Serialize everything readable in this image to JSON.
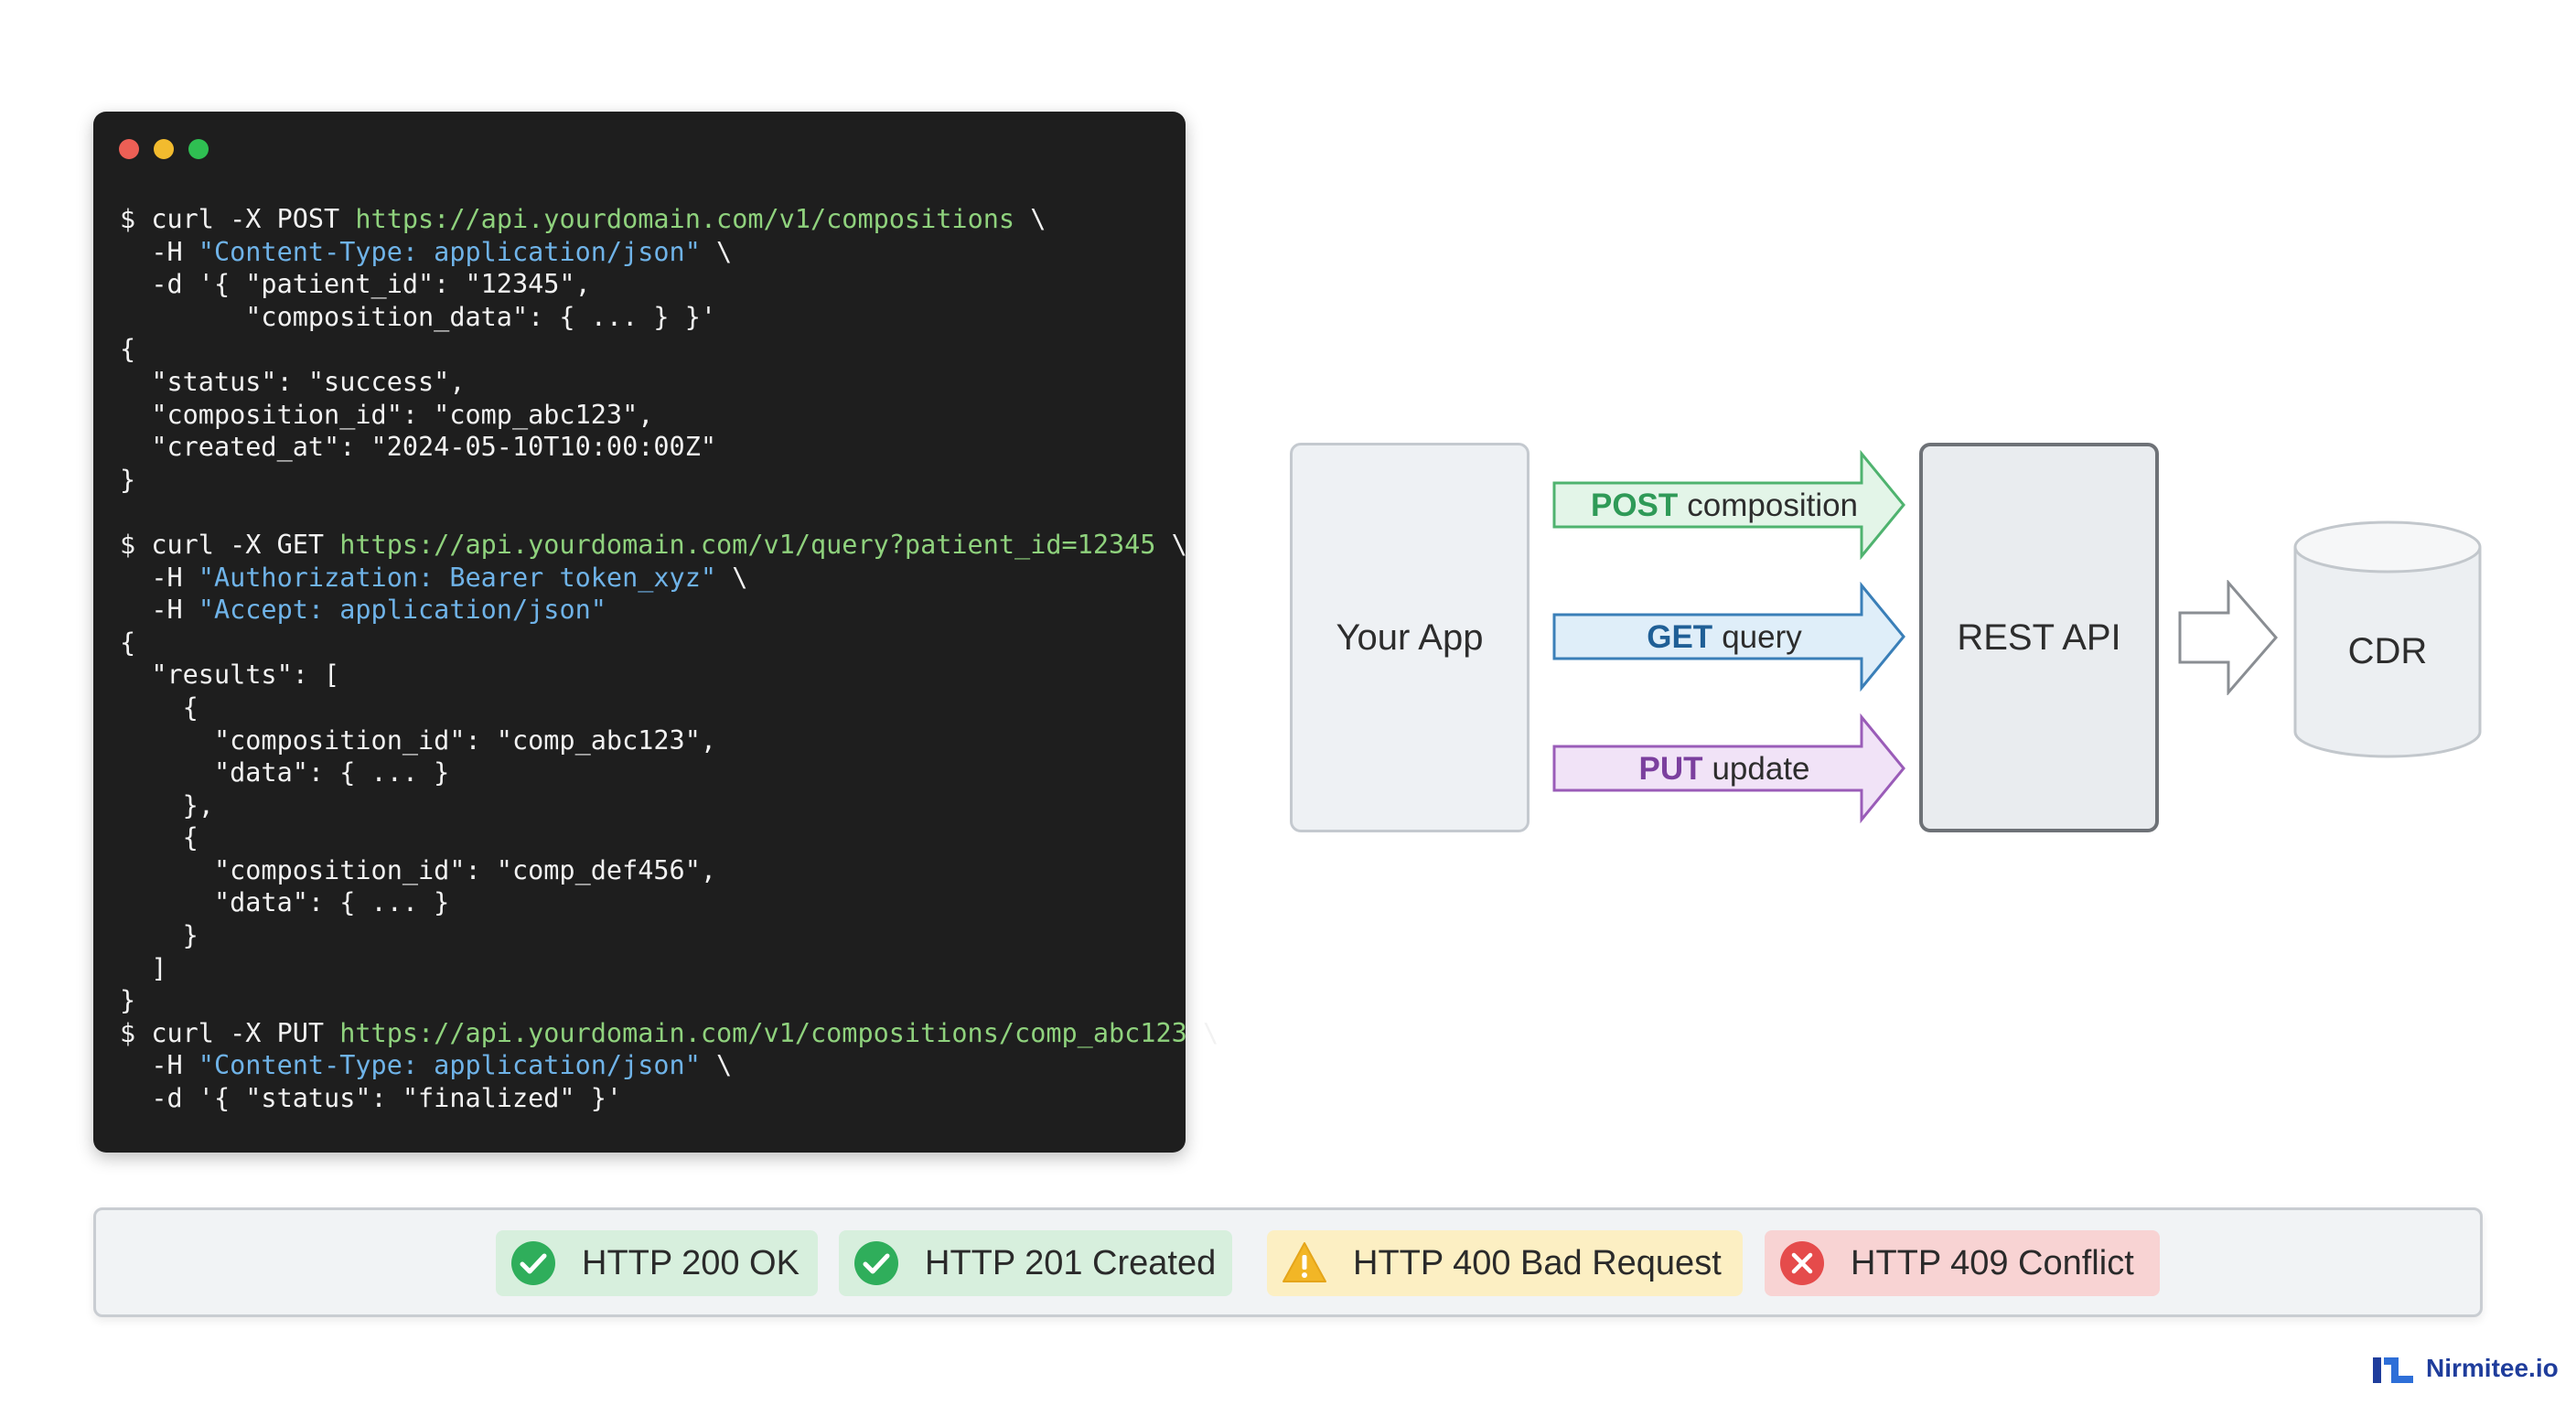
{
  "terminal": {
    "lines": [
      [
        {
          "t": "$ curl -X POST "
        },
        {
          "t": "https://api.yourdomain.com/v1/compositions",
          "c": "url"
        },
        {
          "t": " \\"
        }
      ],
      [
        {
          "t": "  -H "
        },
        {
          "t": "\"Content-Type: application/json\"",
          "c": "str"
        },
        {
          "t": " \\"
        }
      ],
      [
        {
          "t": "  -d '{ \"patient_id\": \"12345\","
        }
      ],
      [
        {
          "t": "        \"composition_data\": { ... } }'"
        }
      ],
      [
        {
          "t": "{"
        }
      ],
      [
        {
          "t": "  \"status\": \"success\","
        }
      ],
      [
        {
          "t": "  \"composition_id\": \"comp_abc123\","
        }
      ],
      [
        {
          "t": "  \"created_at\": \"2024-05-10T10:00:00Z\""
        }
      ],
      [
        {
          "t": "}"
        }
      ],
      [
        {
          "t": ""
        }
      ],
      [
        {
          "t": "$ curl -X GET "
        },
        {
          "t": "https://api.yourdomain.com/v1/query?patient_id=12345",
          "c": "url"
        },
        {
          "t": " \\"
        }
      ],
      [
        {
          "t": "  -H "
        },
        {
          "t": "\"Authorization: Bearer token_xyz\"",
          "c": "str"
        },
        {
          "t": " \\"
        }
      ],
      [
        {
          "t": "  -H "
        },
        {
          "t": "\"Accept: application/json\"",
          "c": "str"
        }
      ],
      [
        {
          "t": "{"
        }
      ],
      [
        {
          "t": "  \"results\": ["
        }
      ],
      [
        {
          "t": "    {"
        }
      ],
      [
        {
          "t": "      \"composition_id\": \"comp_abc123\","
        }
      ],
      [
        {
          "t": "      \"data\": { ... }"
        }
      ],
      [
        {
          "t": "    },"
        }
      ],
      [
        {
          "t": "    {"
        }
      ],
      [
        {
          "t": "      \"composition_id\": \"comp_def456\","
        }
      ],
      [
        {
          "t": "      \"data\": { ... }"
        }
      ],
      [
        {
          "t": "    }"
        }
      ],
      [
        {
          "t": "  ]"
        }
      ],
      [
        {
          "t": "}"
        }
      ],
      [
        {
          "t": "$ curl -X PUT "
        },
        {
          "t": "https://api.yourdomain.com/v1/compositions/comp_abc123",
          "c": "url"
        },
        {
          "t": " \\"
        }
      ],
      [
        {
          "t": "  -H "
        },
        {
          "t": "\"Content-Type: application/json\"",
          "c": "str"
        },
        {
          "t": " \\"
        }
      ],
      [
        {
          "t": "  -d '{ \"status\": \"finalized\" }'"
        }
      ]
    ]
  },
  "diagram": {
    "app_label": "Your App",
    "api_label": "REST API",
    "cdr_label": "CDR",
    "arrows": [
      {
        "method": "POST",
        "rest": "composition",
        "method_color": "#2f9a57",
        "fill": "#e3f5e8",
        "stroke": "#4fb36f"
      },
      {
        "method": "GET",
        "rest": "query",
        "method_color": "#1f5f96",
        "fill": "#dfeef9",
        "stroke": "#3a7fb8"
      },
      {
        "method": "PUT",
        "rest": "update",
        "method_color": "#7b3f9e",
        "fill": "#f1e3f7",
        "stroke": "#9a5cb8"
      }
    ]
  },
  "status_bar": {
    "items": [
      {
        "label": "HTTP 200 OK",
        "icon": "check-circle-icon"
      },
      {
        "label": "HTTP 201 Created",
        "icon": "check-circle-icon"
      },
      {
        "label": "HTTP 400 Bad Request",
        "icon": "warning-triangle-icon"
      },
      {
        "label": "HTTP 409 Conflict",
        "icon": "error-circle-icon"
      }
    ]
  },
  "brand": {
    "name": "Nirmitee.io",
    "color": "#1f3d9c"
  }
}
